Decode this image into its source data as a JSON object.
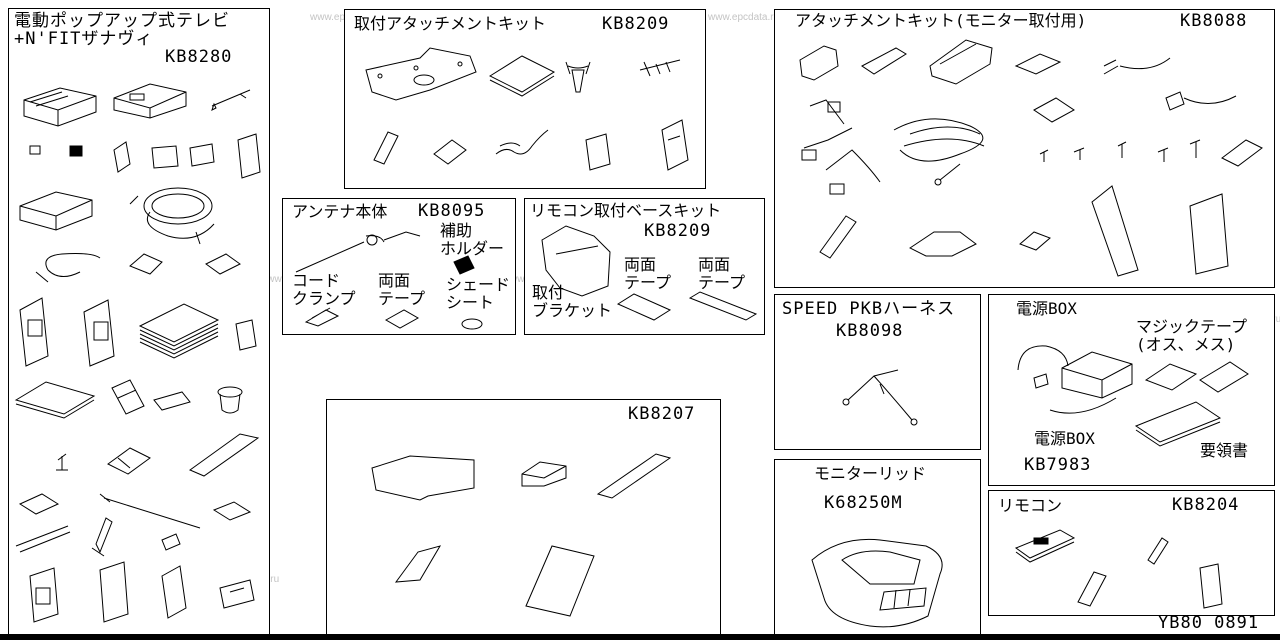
{
  "watermark": "www.epcdata.ru",
  "footer_code": "YB80 0891",
  "kits": {
    "tv": {
      "title": "電動ポップアップ式テレビ\n+N'FITザナヴィ",
      "code": "KB8280"
    },
    "attach_top": {
      "title": "取付アタッチメントキット",
      "code": "KB8209"
    },
    "attach_monitor": {
      "title": "アタッチメントキット(モニター取付用)",
      "code": "KB8088"
    },
    "antenna": {
      "title": "アンテナ本体",
      "code": "KB8095",
      "label_aux": "補助\nホルダー",
      "label_clamp": "コード\nクランプ",
      "label_tape": "両面\nテープ",
      "label_shade": "シェード\nシート"
    },
    "remote_base": {
      "title": "リモコン取付ベースキット",
      "code": "KB8209",
      "label_bracket": "取付\nブラケット",
      "label_tape1": "両面\nテープ",
      "label_tape2": "両面\nテープ"
    },
    "misc": {
      "code": "KB8207"
    },
    "speed": {
      "title": "SPEED PKBハーネス",
      "code": "KB8098"
    },
    "power": {
      "title": "電源BOX",
      "label_magic": "マジックテープ\n(オス、メス)",
      "label_box": "電源BOX",
      "code": "KB7983",
      "label_manual": "要領書"
    },
    "lid": {
      "title": "モニターリッド",
      "code": "K68250M"
    },
    "remote": {
      "title": "リモコン",
      "code": "KB8204"
    }
  }
}
